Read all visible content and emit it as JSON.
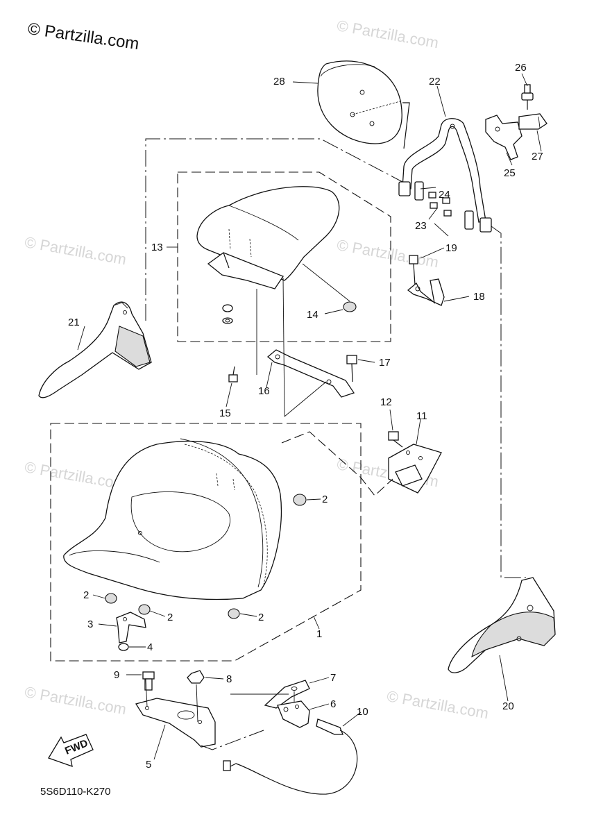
{
  "copyright": "© Partzilla.com",
  "watermark": "© Partzilla.com",
  "part_code": "5S6D110-K270",
  "fwd_label": "FWD",
  "callouts": [
    "1",
    "2",
    "3",
    "4",
    "5",
    "6",
    "7",
    "8",
    "9",
    "10",
    "11",
    "12",
    "13",
    "14",
    "15",
    "16",
    "17",
    "18",
    "19",
    "20",
    "21",
    "22",
    "23",
    "24",
    "25",
    "26",
    "27",
    "28"
  ]
}
